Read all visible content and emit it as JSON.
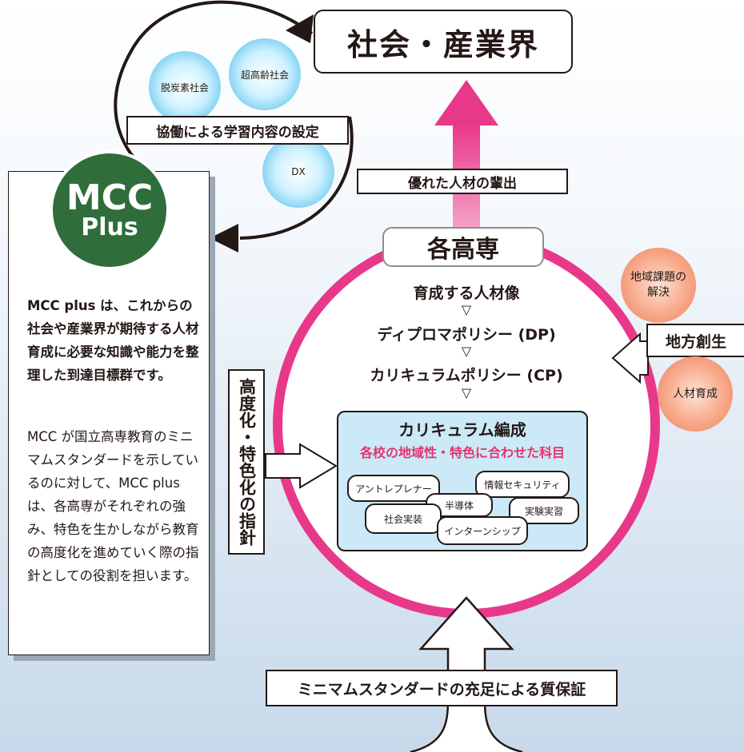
{
  "top_box": "社会・産業界",
  "collab_box": "協働による学習内容の設定",
  "theme_circles": [
    "脱炭素社会",
    "超高齢社会",
    "DX"
  ],
  "talent_box": "優れた人材の輩出",
  "college_label": "各高専",
  "flow": [
    "育成する人材像",
    "ディプロマポリシー (DP)",
    "カリキュラムポリシー (CP)"
  ],
  "flow_arrow_glyph": "▽",
  "curriculum_title": "カリキュラム編成",
  "curriculum_subtitle": "各校の地域性・特色に合わせた科目",
  "subjects": [
    "アントレプレナー",
    "情報セキュリティ",
    "半導体",
    "社会実装",
    "実験実習",
    "インターンシップ"
  ],
  "regional_label": "地方創生",
  "regional_circles": [
    "地域課題の\n解決",
    "人材育成"
  ],
  "logo": {
    "line1": "MCC",
    "line2": "Plus"
  },
  "panel_text_bold": "MCC plus は、これからの社会や産業界が期待する人材育成に必要な知識や能力を整理した到達目標群です。",
  "panel_text": "MCC が国立高専教育のミニマムスタンダードを示しているのに対して、MCC plus は、各高専がそれぞれの強み、特色を生かしながら教育の高度化を進めていく際の指針としての役割を担います。",
  "vertical_label": "高度化・特色化の指針",
  "bottom_box": "ミニマムスタンダードの充足による質保証",
  "colors": {
    "pink": "#e8388a",
    "green": "#2f6d3b",
    "blue_box": "#cbe9f7",
    "subtitle": "#e5336f",
    "orange": "#f29c7f"
  }
}
